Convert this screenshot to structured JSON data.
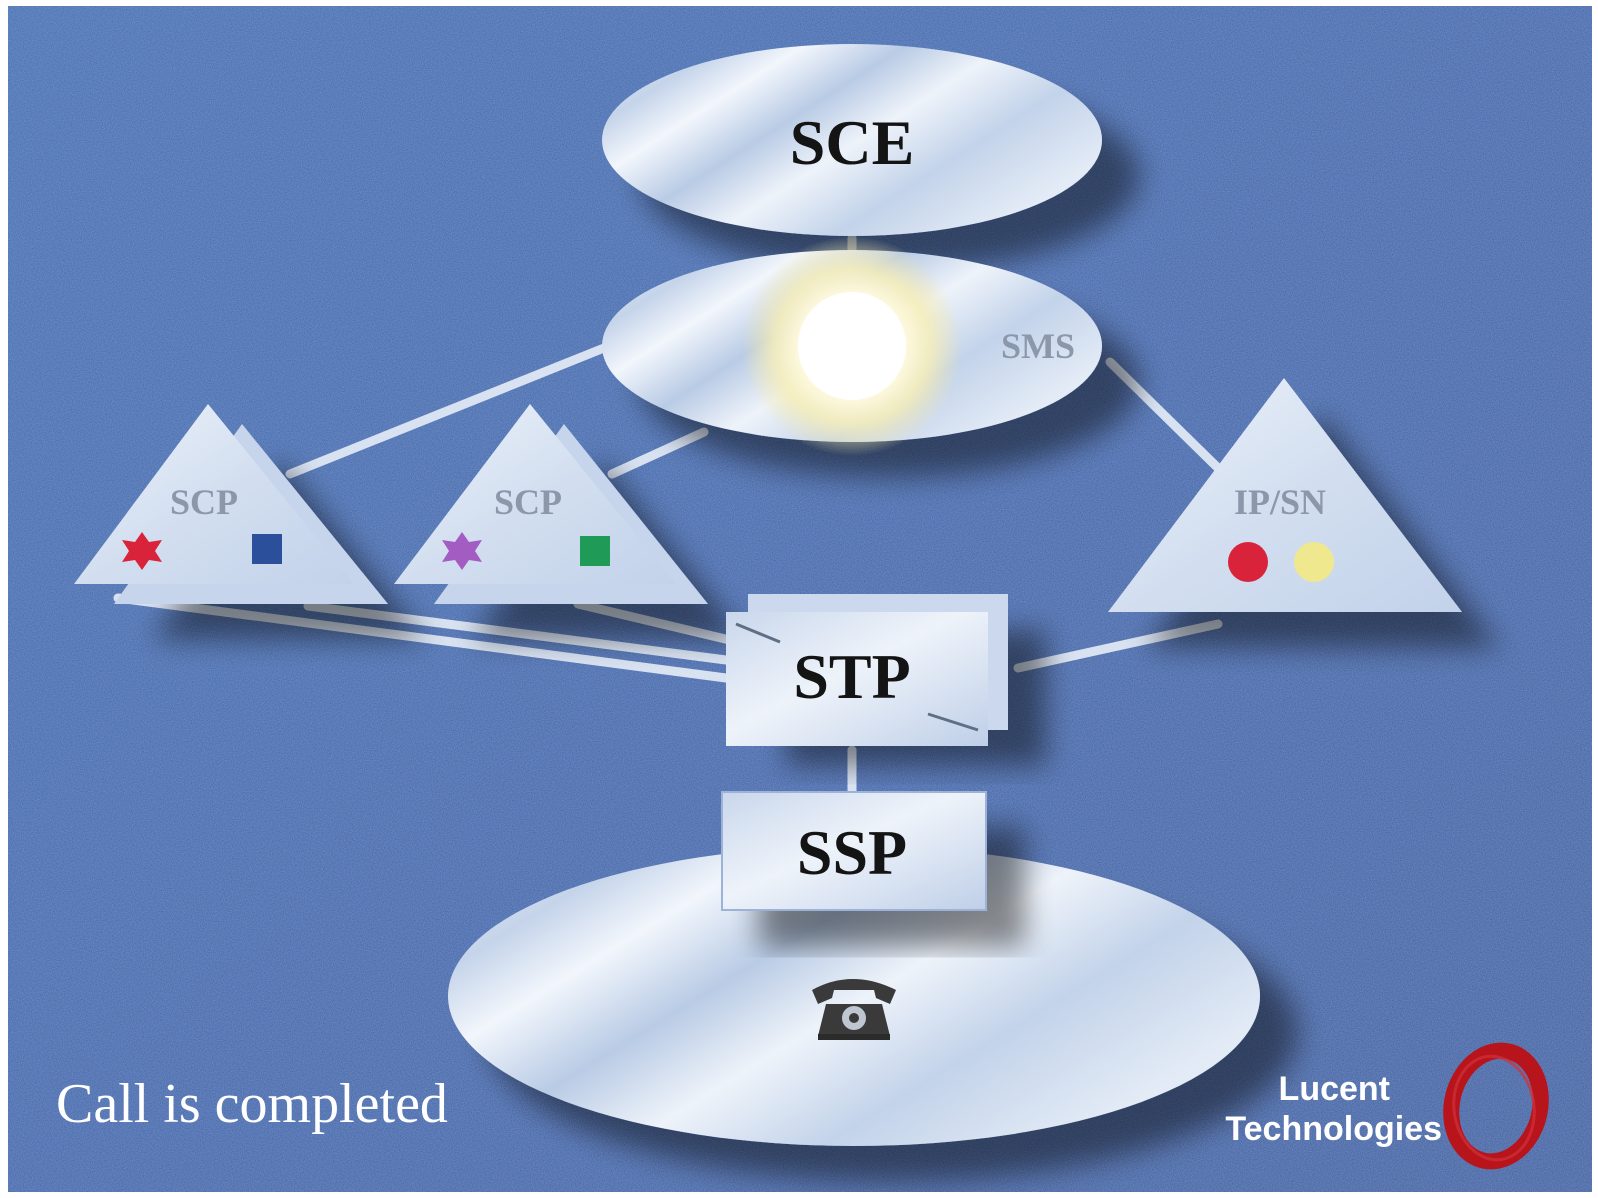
{
  "diagram": {
    "nodes": {
      "sce": {
        "label": "SCE"
      },
      "sms": {
        "label": "SMS"
      },
      "scp_left": {
        "label": "SCP"
      },
      "scp_mid": {
        "label": "SCP"
      },
      "ipsn": {
        "label": "IP/SN"
      },
      "stp": {
        "label": "STP"
      },
      "ssp": {
        "label": "SSP"
      }
    },
    "caption": "Call is completed",
    "logo": {
      "line1": "Lucent",
      "line2": "Technologies"
    },
    "icons": {
      "sms_light": "light-burst-icon",
      "scp_left_star": "red-star-icon",
      "scp_left_square": "blue-square-icon",
      "scp_mid_star": "purple-star-icon",
      "scp_mid_square": "green-square-icon",
      "ipsn_red_circle": "red-circle-icon",
      "ipsn_yellow_circle": "yellow-circle-icon",
      "telephone": "telephone-icon",
      "logo_ring": "lucent-ring-icon"
    },
    "colors": {
      "background": "#2f63ad",
      "node_fill": "#dfe8f4",
      "red": "#d8233a",
      "blue": "#2c4f9c",
      "purple": "#a35cc2",
      "green": "#1f9a57",
      "yellow": "#efe88e",
      "logo_red": "#b8141c"
    }
  }
}
